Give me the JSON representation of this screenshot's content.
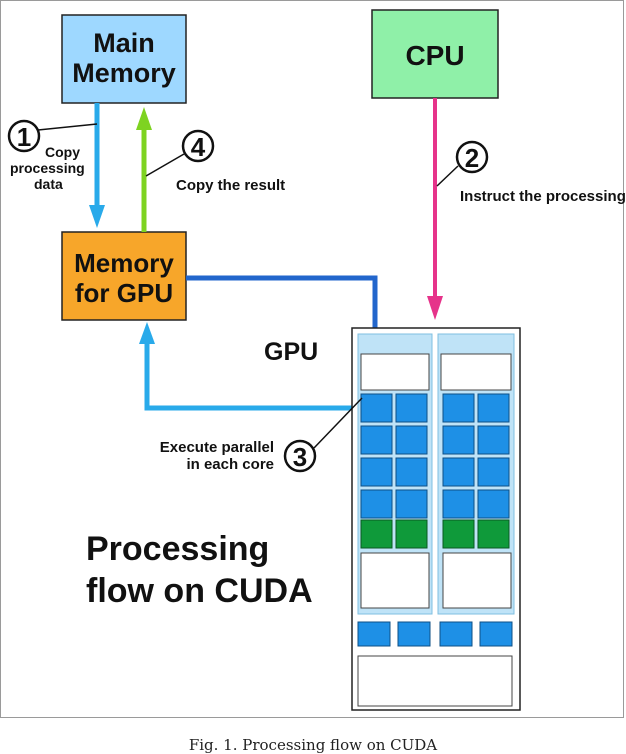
{
  "boxes": {
    "main_memory": {
      "line1": "Main",
      "line2": "Memory",
      "color": "#9ed8ff"
    },
    "cpu": {
      "label": "CPU",
      "color": "#8ff0a8"
    },
    "gpu_memory": {
      "line1": "Memory",
      "line2": "for GPU",
      "color": "#f7a62a"
    }
  },
  "labels": {
    "gpu": "GPU",
    "title_line1": "Processing",
    "title_line2": "flow on CUDA"
  },
  "steps": [
    {
      "num": "1",
      "line1": "Copy",
      "line2": "processing",
      "line3": "data"
    },
    {
      "num": "2",
      "text": "Instruct the processing"
    },
    {
      "num": "3",
      "line1": "Execute parallel",
      "line2": "in each core"
    },
    {
      "num": "4",
      "text": "Copy the result"
    }
  ],
  "colors": {
    "copy_arrow": "#29aaea",
    "result_arrow": "#7ed321",
    "instruct_arrow": "#e6338a",
    "core_blue": "#1e90e6",
    "core_green": "#0f9a3a",
    "gpu_panel": "#dcebf5"
  },
  "caption": "Fig. 1.  Processing flow on CUDA"
}
